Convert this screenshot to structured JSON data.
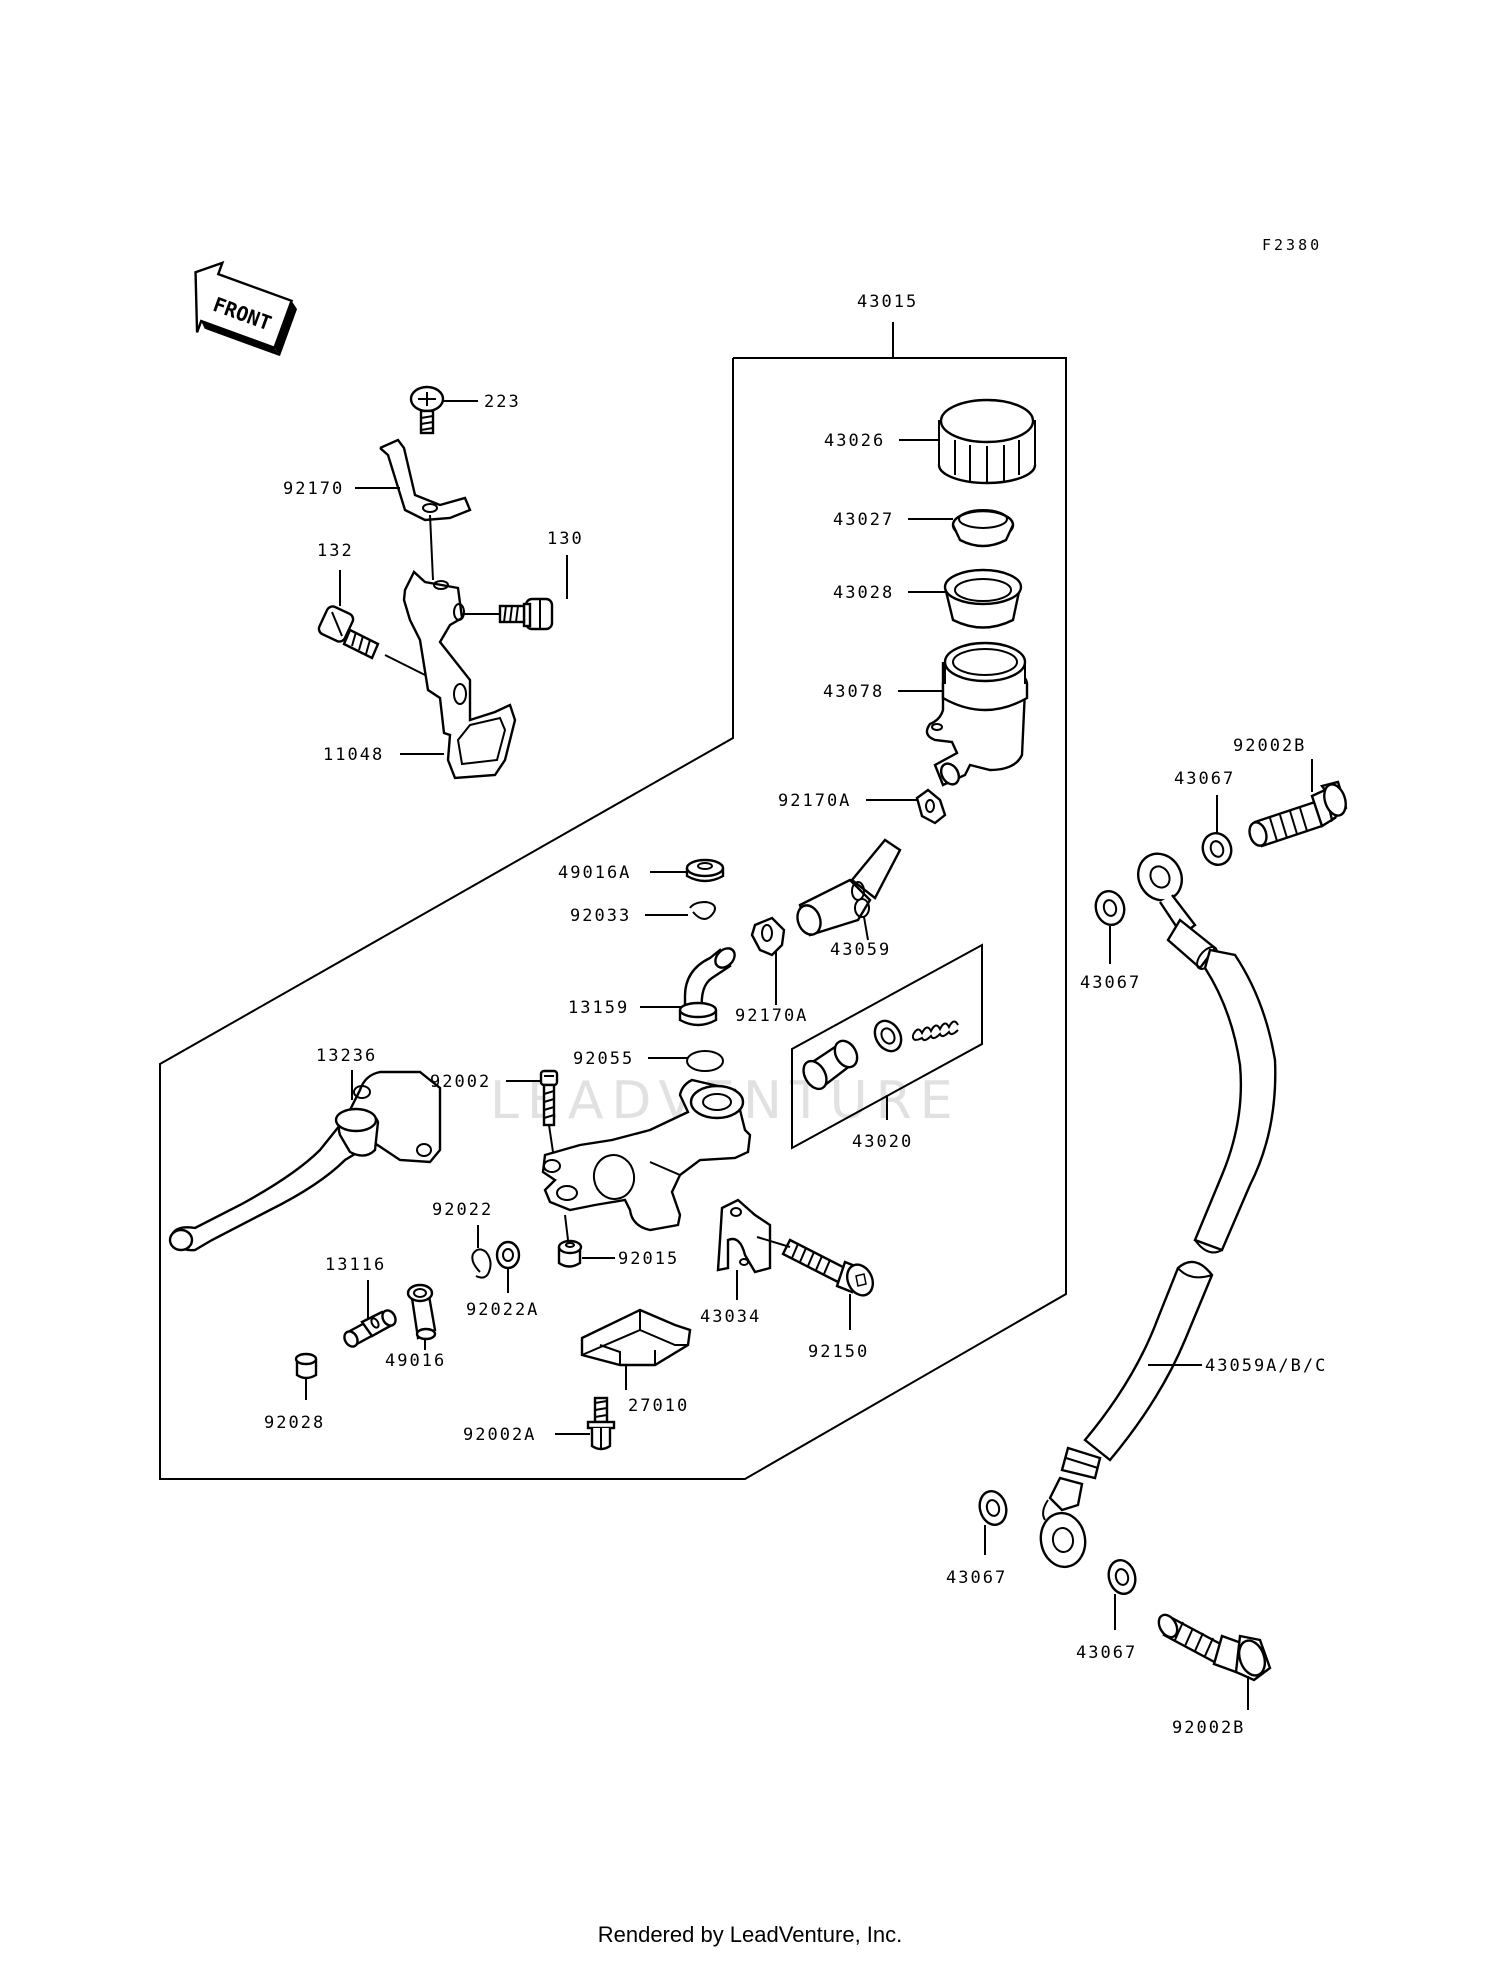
{
  "figure_code": "F2380",
  "front_label": "FRONT",
  "watermark": "LEADVENTURE",
  "footer": "Rendered by LeadVenture, Inc.",
  "callouts": {
    "p223": "223",
    "p92170": "92170",
    "p132": "132",
    "p130": "130",
    "p11048": "11048",
    "p43015": "43015",
    "p43026": "43026",
    "p43027": "43027",
    "p43028": "43028",
    "p43078": "43078",
    "p92170A_top": "92170A",
    "p49016A": "49016A",
    "p92033": "92033",
    "p43059": "43059",
    "p13159": "13159",
    "p92170A_mid": "92170A",
    "p92055": "92055",
    "p13236": "13236",
    "p92002": "92002",
    "p43020": "43020",
    "p92022": "92022",
    "p92015": "92015",
    "p13116": "13116",
    "p92022A": "92022A",
    "p43034": "43034",
    "p92150": "92150",
    "p49016": "49016",
    "p27010": "27010",
    "p92028": "92028",
    "p92002A": "92002A",
    "p92002B_top": "92002B",
    "p43067_a": "43067",
    "p43067_b": "43067",
    "p43059ABC": "43059A/B/C",
    "p43067_c": "43067",
    "p43067_d": "43067",
    "p92002B_bot": "92002B"
  }
}
